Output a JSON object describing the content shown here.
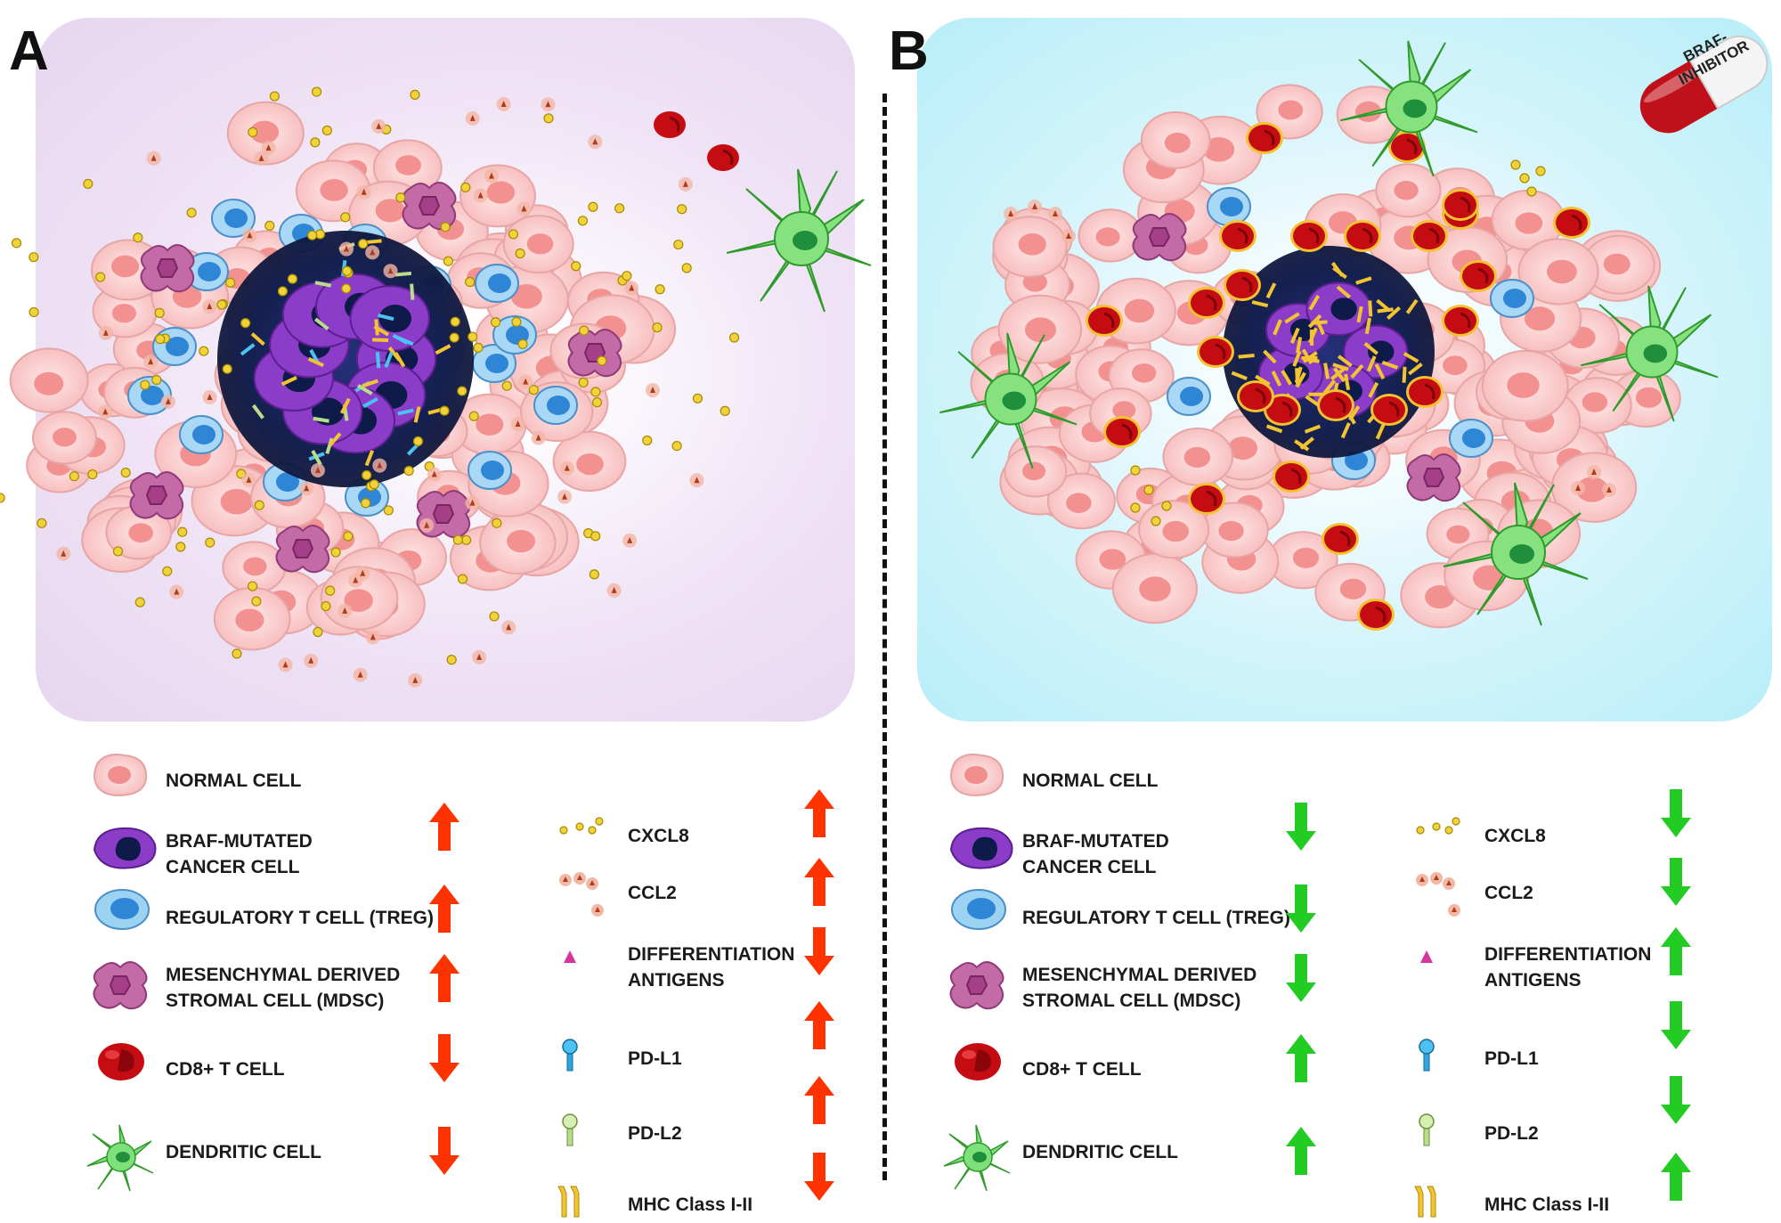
{
  "panels": [
    {
      "letter": "A",
      "arrow_color": "#ff3300"
    },
    {
      "letter": "B",
      "arrow_color": "#22cc22"
    }
  ],
  "pill_label": "BRAF-\nINHIBITOR",
  "legend_left": [
    {
      "label": "NORMAL CELL",
      "icon": "normal-cell-icon"
    },
    {
      "label": "BRAF-MUTATED\nCANCER CELL",
      "icon": "cancer-cell-icon"
    },
    {
      "label": "REGULATORY T CELL (TREG)",
      "icon": "treg-icon"
    },
    {
      "label": "MESENCHYMAL DERIVED\nSTROMAL CELL (MDSC)",
      "icon": "mdsc-icon"
    },
    {
      "label": "CD8+ T CELL",
      "icon": "cd8-cell-icon"
    },
    {
      "label": "DENDRITIC CELL",
      "icon": "dendritic-cell-icon"
    }
  ],
  "legend_right": [
    {
      "label": "CXCL8",
      "icon": "cxcl8-icon"
    },
    {
      "label": "CCL2",
      "icon": "ccl2-icon"
    },
    {
      "label": "DIFFERENTIATION\nANTIGENS",
      "icon": "antigen-icon"
    },
    {
      "label": "PD-L1",
      "icon": "pdl1-icon"
    },
    {
      "label": "PD-L2",
      "icon": "pdl2-icon"
    },
    {
      "label": "MHC Class I-II",
      "icon": "mhc-icon"
    }
  ],
  "panel_a_arrows": {
    "left": [
      "up",
      "up",
      "up",
      "down",
      "down"
    ],
    "right": [
      "up",
      "up",
      "down",
      "up",
      "up",
      "down"
    ]
  },
  "panel_b_arrows": {
    "left": [
      "down",
      "down",
      "down",
      "up",
      "up"
    ],
    "right": [
      "down",
      "down",
      "up",
      "down",
      "down",
      "up"
    ]
  }
}
